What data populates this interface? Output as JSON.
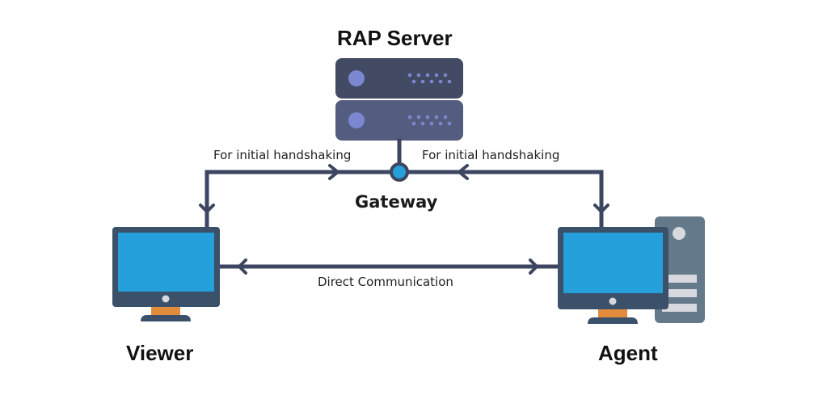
{
  "diagram": {
    "server": {
      "label": "RAP Server"
    },
    "gateway": {
      "label": "Gateway"
    },
    "viewer": {
      "label": "Viewer"
    },
    "agent": {
      "label": "Agent"
    },
    "edges": [
      {
        "from": "viewer",
        "to": "gateway",
        "label": "For initial handshaking"
      },
      {
        "from": "agent",
        "to": "gateway",
        "label": "For initial handshaking"
      },
      {
        "from": "viewer",
        "to": "agent",
        "label": "Direct Communication",
        "bidirectional": true
      }
    ],
    "colors": {
      "line": "#3d4660",
      "server_top": "#434a63",
      "server_bottom": "#545d7f",
      "server_dot": "#7b87d0",
      "monitor_frame": "#3b5069",
      "screen": "#26a0da",
      "stand": "#e38b3d",
      "tower": "#64798a",
      "gateway_fill": "#26a0da"
    }
  }
}
